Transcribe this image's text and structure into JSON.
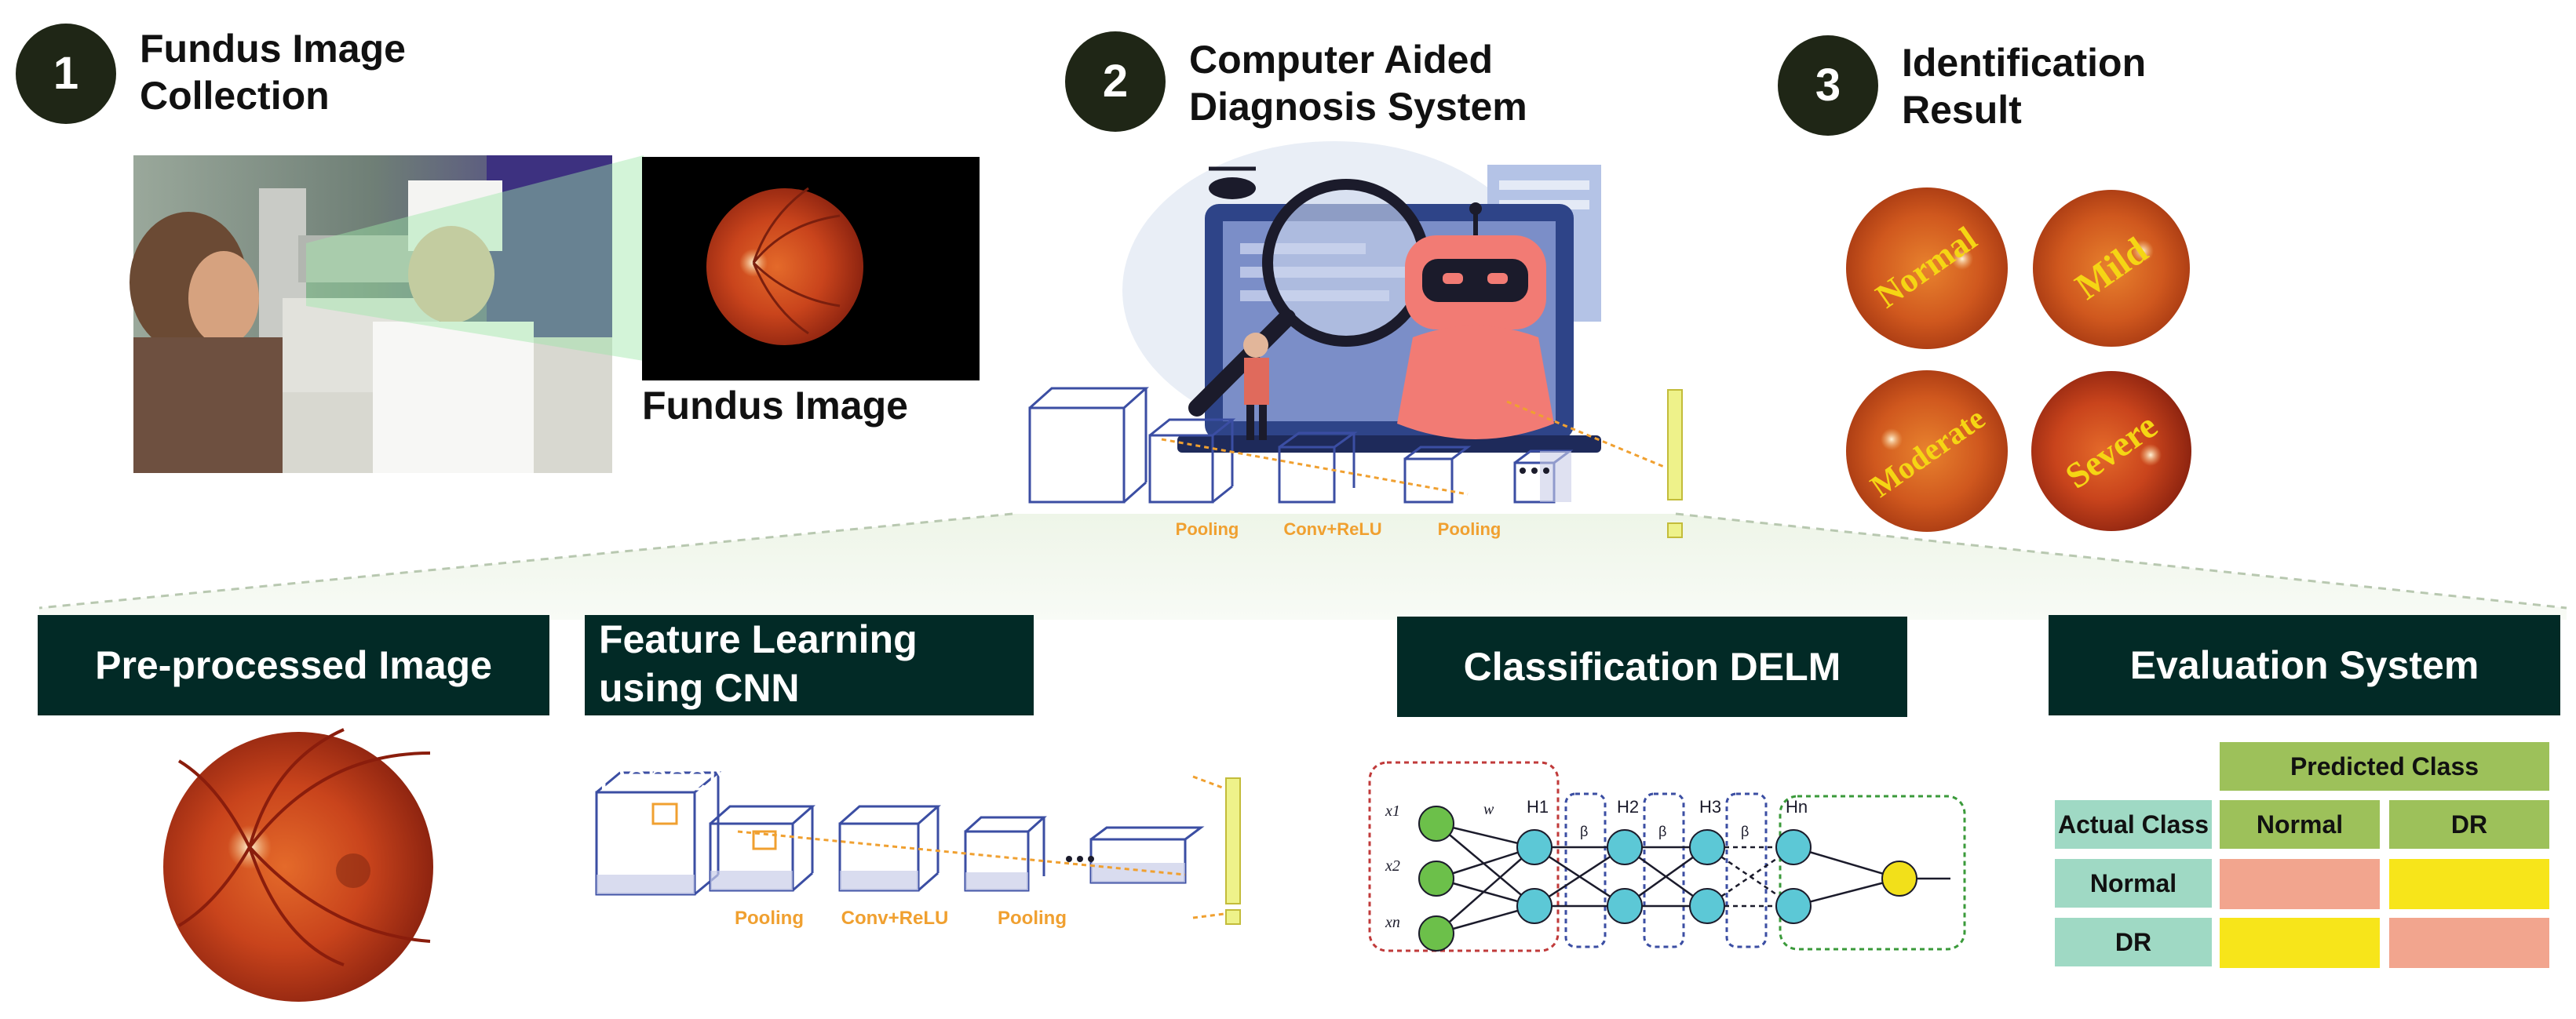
{
  "steps": [
    {
      "number": "1",
      "title": "Fundus Image\nCollection"
    },
    {
      "number": "2",
      "title": "Computer Aided\nDiagnosis System"
    },
    {
      "number": "3",
      "title": "Identification\nResult"
    }
  ],
  "fundus_label": "Fundus Image",
  "cad_cnn_labels": [
    "Pooling",
    "Conv+ReLU",
    "Pooling"
  ],
  "results": [
    "Normal",
    "Mild",
    "Moderate",
    "Severe"
  ],
  "banners": {
    "preprocessed": "Pre-processed Image",
    "feature_title": "Feature Learning using CNN",
    "feature_subtitle": "(GoogleNet, ResNet, DenseNet)",
    "classification": "Classification DELM",
    "evaluation": "Evaluation System"
  },
  "cnn_labels": [
    "Pooling",
    "Conv+ReLU",
    "Pooling"
  ],
  "delm": {
    "inputs": [
      "x1",
      "x2",
      "xn"
    ],
    "layers": [
      "H1",
      "H2",
      "H3",
      "Hn"
    ],
    "weight_label": "w",
    "beta_label": "β"
  },
  "evaluation_table": {
    "predicted_header": "Predicted Class",
    "actual_header": "Actual Class",
    "columns": [
      "Normal",
      "DR"
    ],
    "rows": [
      "Normal",
      "DR"
    ],
    "cell_colors": [
      [
        "#f2a58e",
        "#f7e51a"
      ],
      [
        "#f7e51a",
        "#f2a58e"
      ]
    ],
    "header_color": "#9dc15a",
    "row_header_color": "#9fd9c4"
  }
}
